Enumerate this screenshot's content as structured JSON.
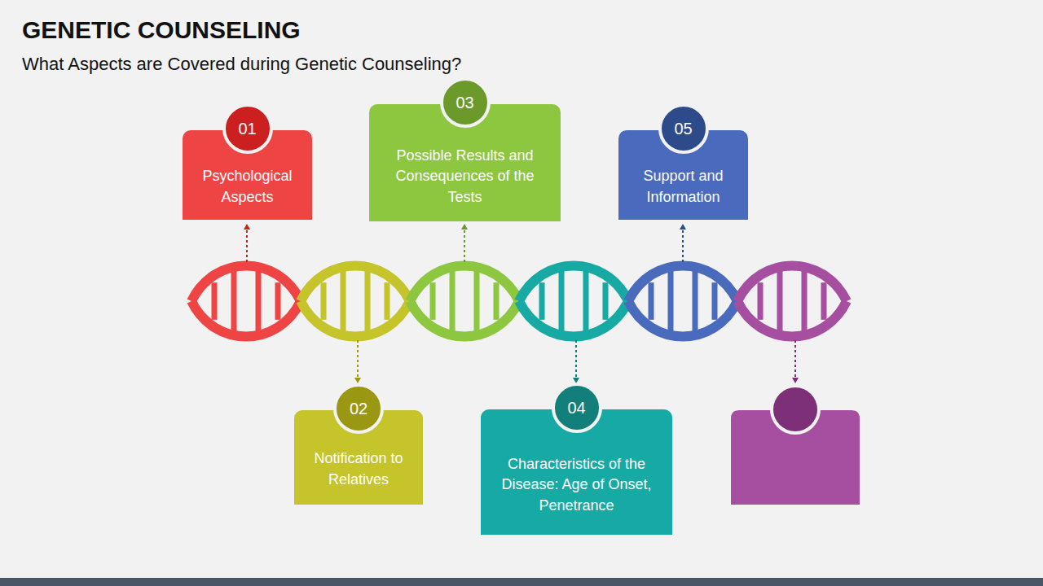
{
  "diagram": {
    "title": "GENETIC COUNSELING",
    "nodes": [
      {
        "text": [
          "01",
          "Psychological Aspects"
        ]
      },
      {
        "text": [
          "02",
          "Notification to Relatives"
        ]
      },
      {
        "text": [
          "03",
          "Possible Results and Consequences of the Tests"
        ]
      },
      {
        "text": [
          "04",
          "Characteristics of the Disease: Age of Onset, Penetrance"
        ]
      },
      {
        "text": [
          "05",
          "Support and Information"
        ]
      }
    ],
    "labels": [
      "What Aspects are Covered during Genetic Counseling?"
    ]
  }
}
